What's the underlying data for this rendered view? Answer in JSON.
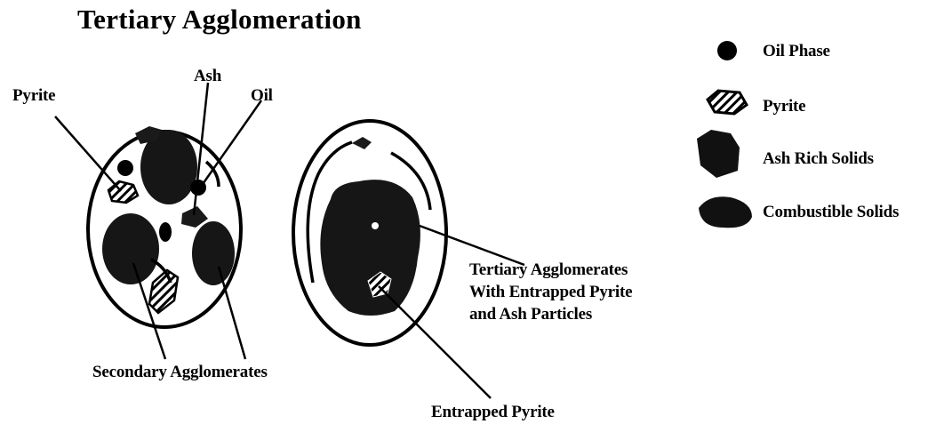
{
  "title": "Tertiary Agglomeration",
  "left_labels": {
    "pyrite": "Pyrite",
    "ash": "Ash",
    "oil": "Oil",
    "secondary": "Secondary Agglomerates"
  },
  "right_labels": {
    "tertiary_line1": "Tertiary Agglomerates",
    "tertiary_line2": "With Entrapped Pyrite",
    "tertiary_line3": "and Ash Particles",
    "entrapped": "Entrapped Pyrite"
  },
  "legend": [
    {
      "label": "Oil Phase",
      "icon": "oil-phase-icon"
    },
    {
      "label": "Pyrite",
      "icon": "pyrite-icon"
    },
    {
      "label": "Ash Rich Solids",
      "icon": "ash-rich-solids-icon"
    },
    {
      "label": "Combustible Solids",
      "icon": "combustible-solids-icon"
    }
  ],
  "colors": {
    "ink": "#000000",
    "fill_dark": "#111111",
    "background": "#ffffff"
  }
}
